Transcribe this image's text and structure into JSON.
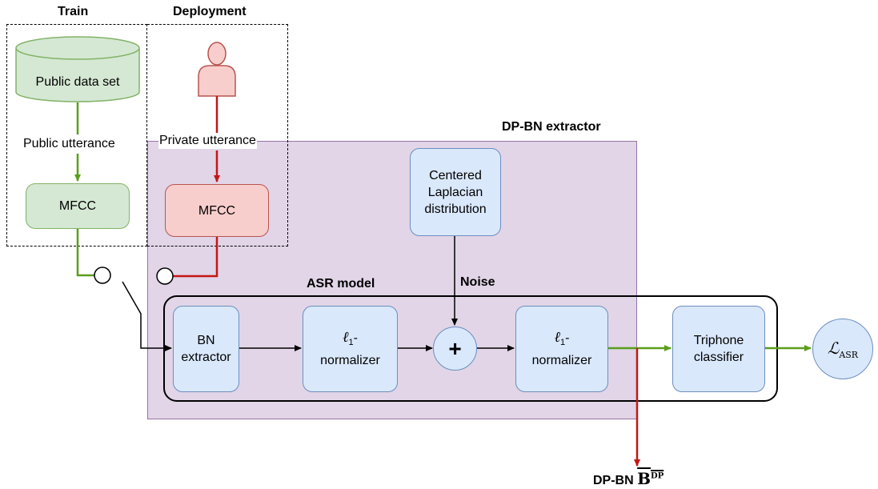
{
  "section_labels": {
    "train": "Train",
    "deployment": "Deployment",
    "dp_bn_extractor": "DP-BN extractor",
    "asr_model": "ASR model"
  },
  "nodes": {
    "public_data_set": "Public data set",
    "mfcc_train": "MFCC",
    "mfcc_deploy": "MFCC",
    "laplacian": "Centered Laplacian distribution",
    "bn_extractor": "BN extractor",
    "normalizer_1_symbol": "ℓ",
    "normalizer_1_sub": "1",
    "normalizer_1_suffix": "-",
    "normalizer_1_word": "normalizer",
    "plus": "+",
    "normalizer_2_symbol": "ℓ",
    "normalizer_2_sub": "1",
    "normalizer_2_suffix": "-",
    "normalizer_2_word": "normalizer",
    "triphone_classifier": "Triphone classifier",
    "loss_symbol": "ℒ",
    "loss_sub": "ASR"
  },
  "edge_labels": {
    "public_utterance": "Public utterance",
    "private_utterance": "Private utterance",
    "noise": "Noise",
    "output_prefix": "DP-BN",
    "output_symbol": "B",
    "output_superscript": "DP"
  },
  "colors": {
    "green_flow": "#5a9e1a",
    "red_flow": "#c41616",
    "dp_region": "#e1d5e7",
    "dp_border": "#9673a6",
    "blue_fill": "#dae8fc",
    "blue_border": "#6c8ebf",
    "green_fill": "#d5e8d4",
    "red_fill": "#f8cecc"
  },
  "icons": [
    "person-icon",
    "database-icon",
    "switch-icon"
  ]
}
